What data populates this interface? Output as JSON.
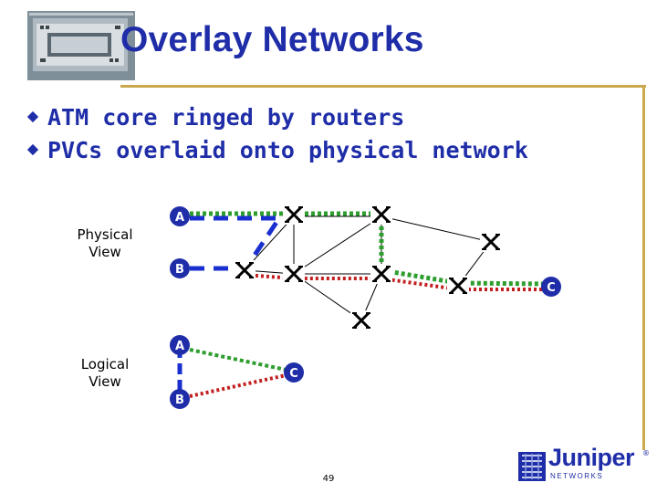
{
  "slide": {
    "title": "Overlay Networks",
    "page_number": "49"
  },
  "bullets": [
    "ATM core ringed by routers",
    "PVCs overlaid onto physical network"
  ],
  "views": {
    "physical": [
      "Physical",
      "View"
    ],
    "logical": [
      "Logical",
      "View"
    ]
  },
  "diagram": {
    "physical_endpoints": [
      "A",
      "B",
      "C"
    ],
    "switch_symbol": "X",
    "logical_endpoints": [
      "A",
      "C",
      "B"
    ]
  },
  "logo": {
    "brand": "Juniper",
    "sub": "NETWORKS",
    "reg": "®"
  },
  "colors": {
    "title": "#1f2ea8",
    "rule": "#c9a94c",
    "pvc_a_b": "#1a2fd0",
    "pvc_a_c": "#2e9e2e",
    "pvc_b_c": "#c21f1f",
    "endpoint_fill": "#1f2ea8"
  }
}
